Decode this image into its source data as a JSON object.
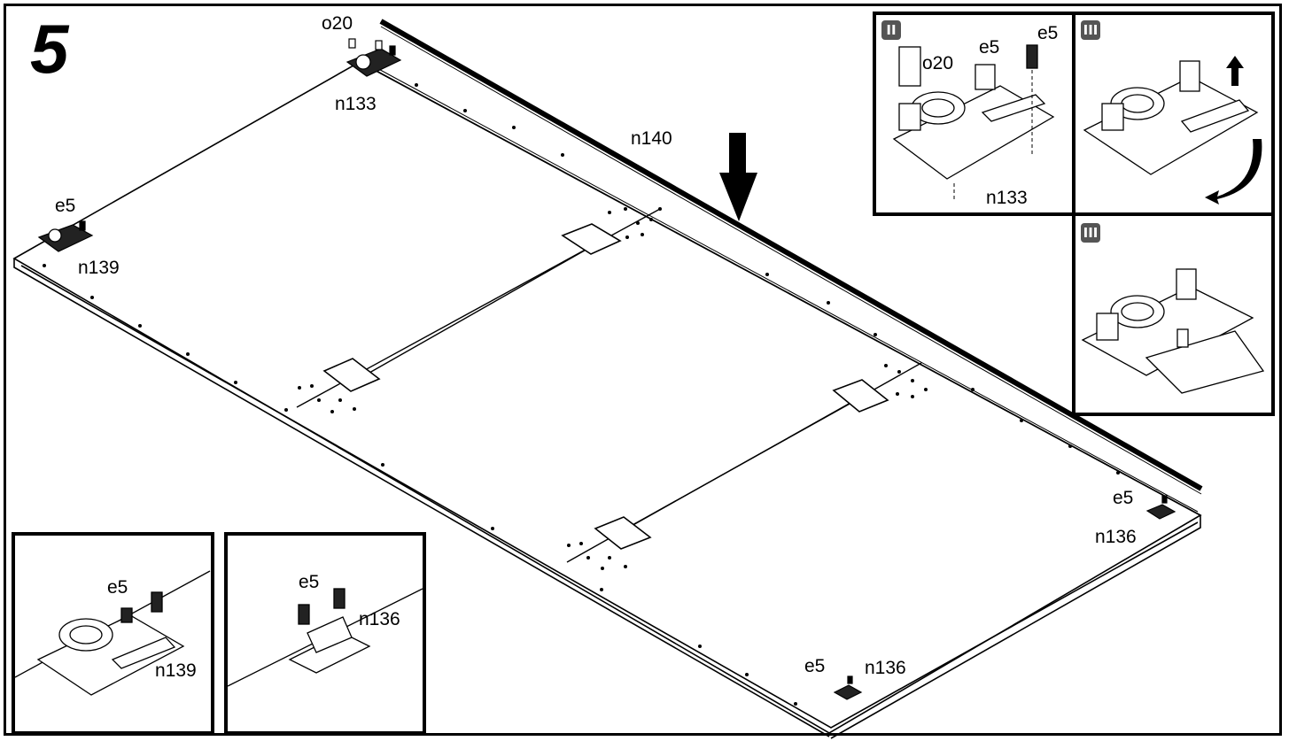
{
  "step": {
    "number": "5"
  },
  "main_labels": {
    "o20": "o20",
    "n133": "n133",
    "n140": "n140",
    "e5_left": "e5",
    "n139": "n139",
    "e5_right": "e5",
    "n136_right": "n136",
    "e5_bottom": "e5",
    "n136_bottom": "n136"
  },
  "inset_top_left": {
    "badge": "II",
    "o20": "o20",
    "e5_a": "e5",
    "e5_b": "e5",
    "n133": "n133"
  },
  "inset_top_right": {
    "badge": "III"
  },
  "inset_mid_right": {
    "badge": "III"
  },
  "inset_bottom_left": {
    "e5": "e5",
    "n139": "n139"
  },
  "inset_bottom_mid": {
    "e5": "e5",
    "n136": "n136"
  }
}
